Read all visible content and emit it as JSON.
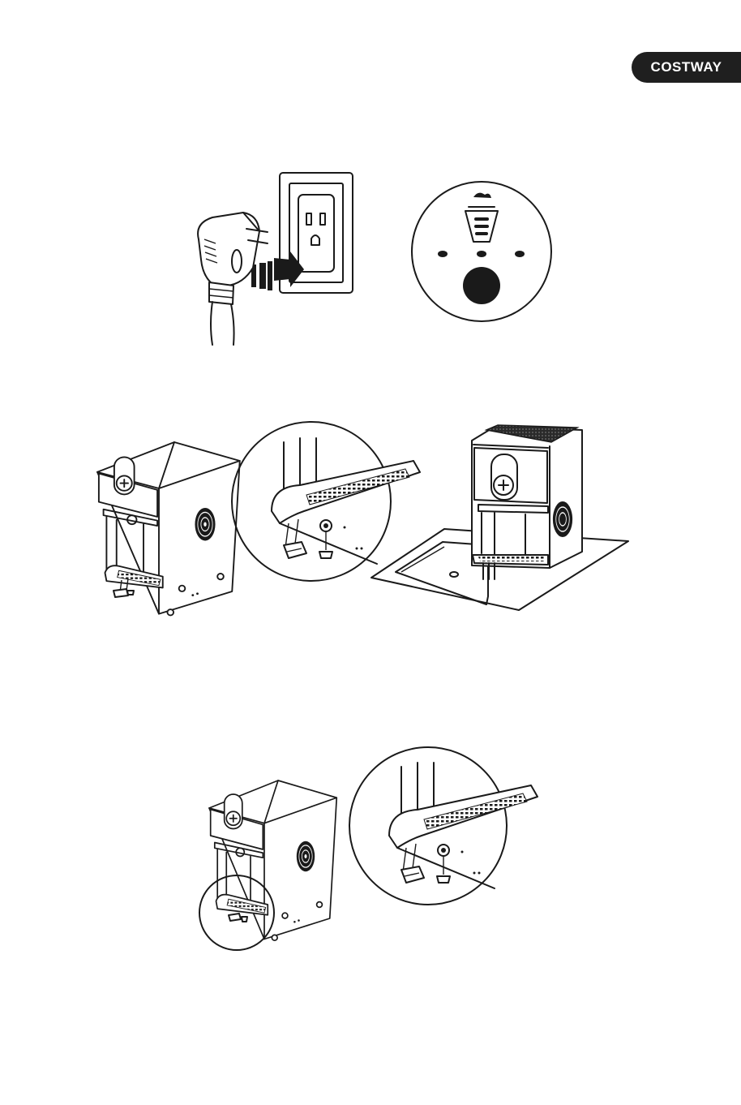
{
  "brand": {
    "logo_text": "COSTWAY",
    "logo_bg": "#1f1f1f",
    "logo_fg": "#ffffff"
  },
  "figures": [
    {
      "id": "plug-outlet",
      "icon": "plug-into-outlet-icon"
    },
    {
      "id": "control-panel",
      "icon": "control-panel-closeup-icon"
    },
    {
      "id": "machine-tilted-feet",
      "icon": "machine-feet-icon"
    },
    {
      "id": "feet-closeup",
      "icon": "feet-detail-icon"
    },
    {
      "id": "machine-drain-tray",
      "icon": "machine-drain-icon"
    },
    {
      "id": "machine-circled",
      "icon": "machine-feet-icon"
    },
    {
      "id": "feet-closeup-2",
      "icon": "feet-detail-icon"
    }
  ]
}
